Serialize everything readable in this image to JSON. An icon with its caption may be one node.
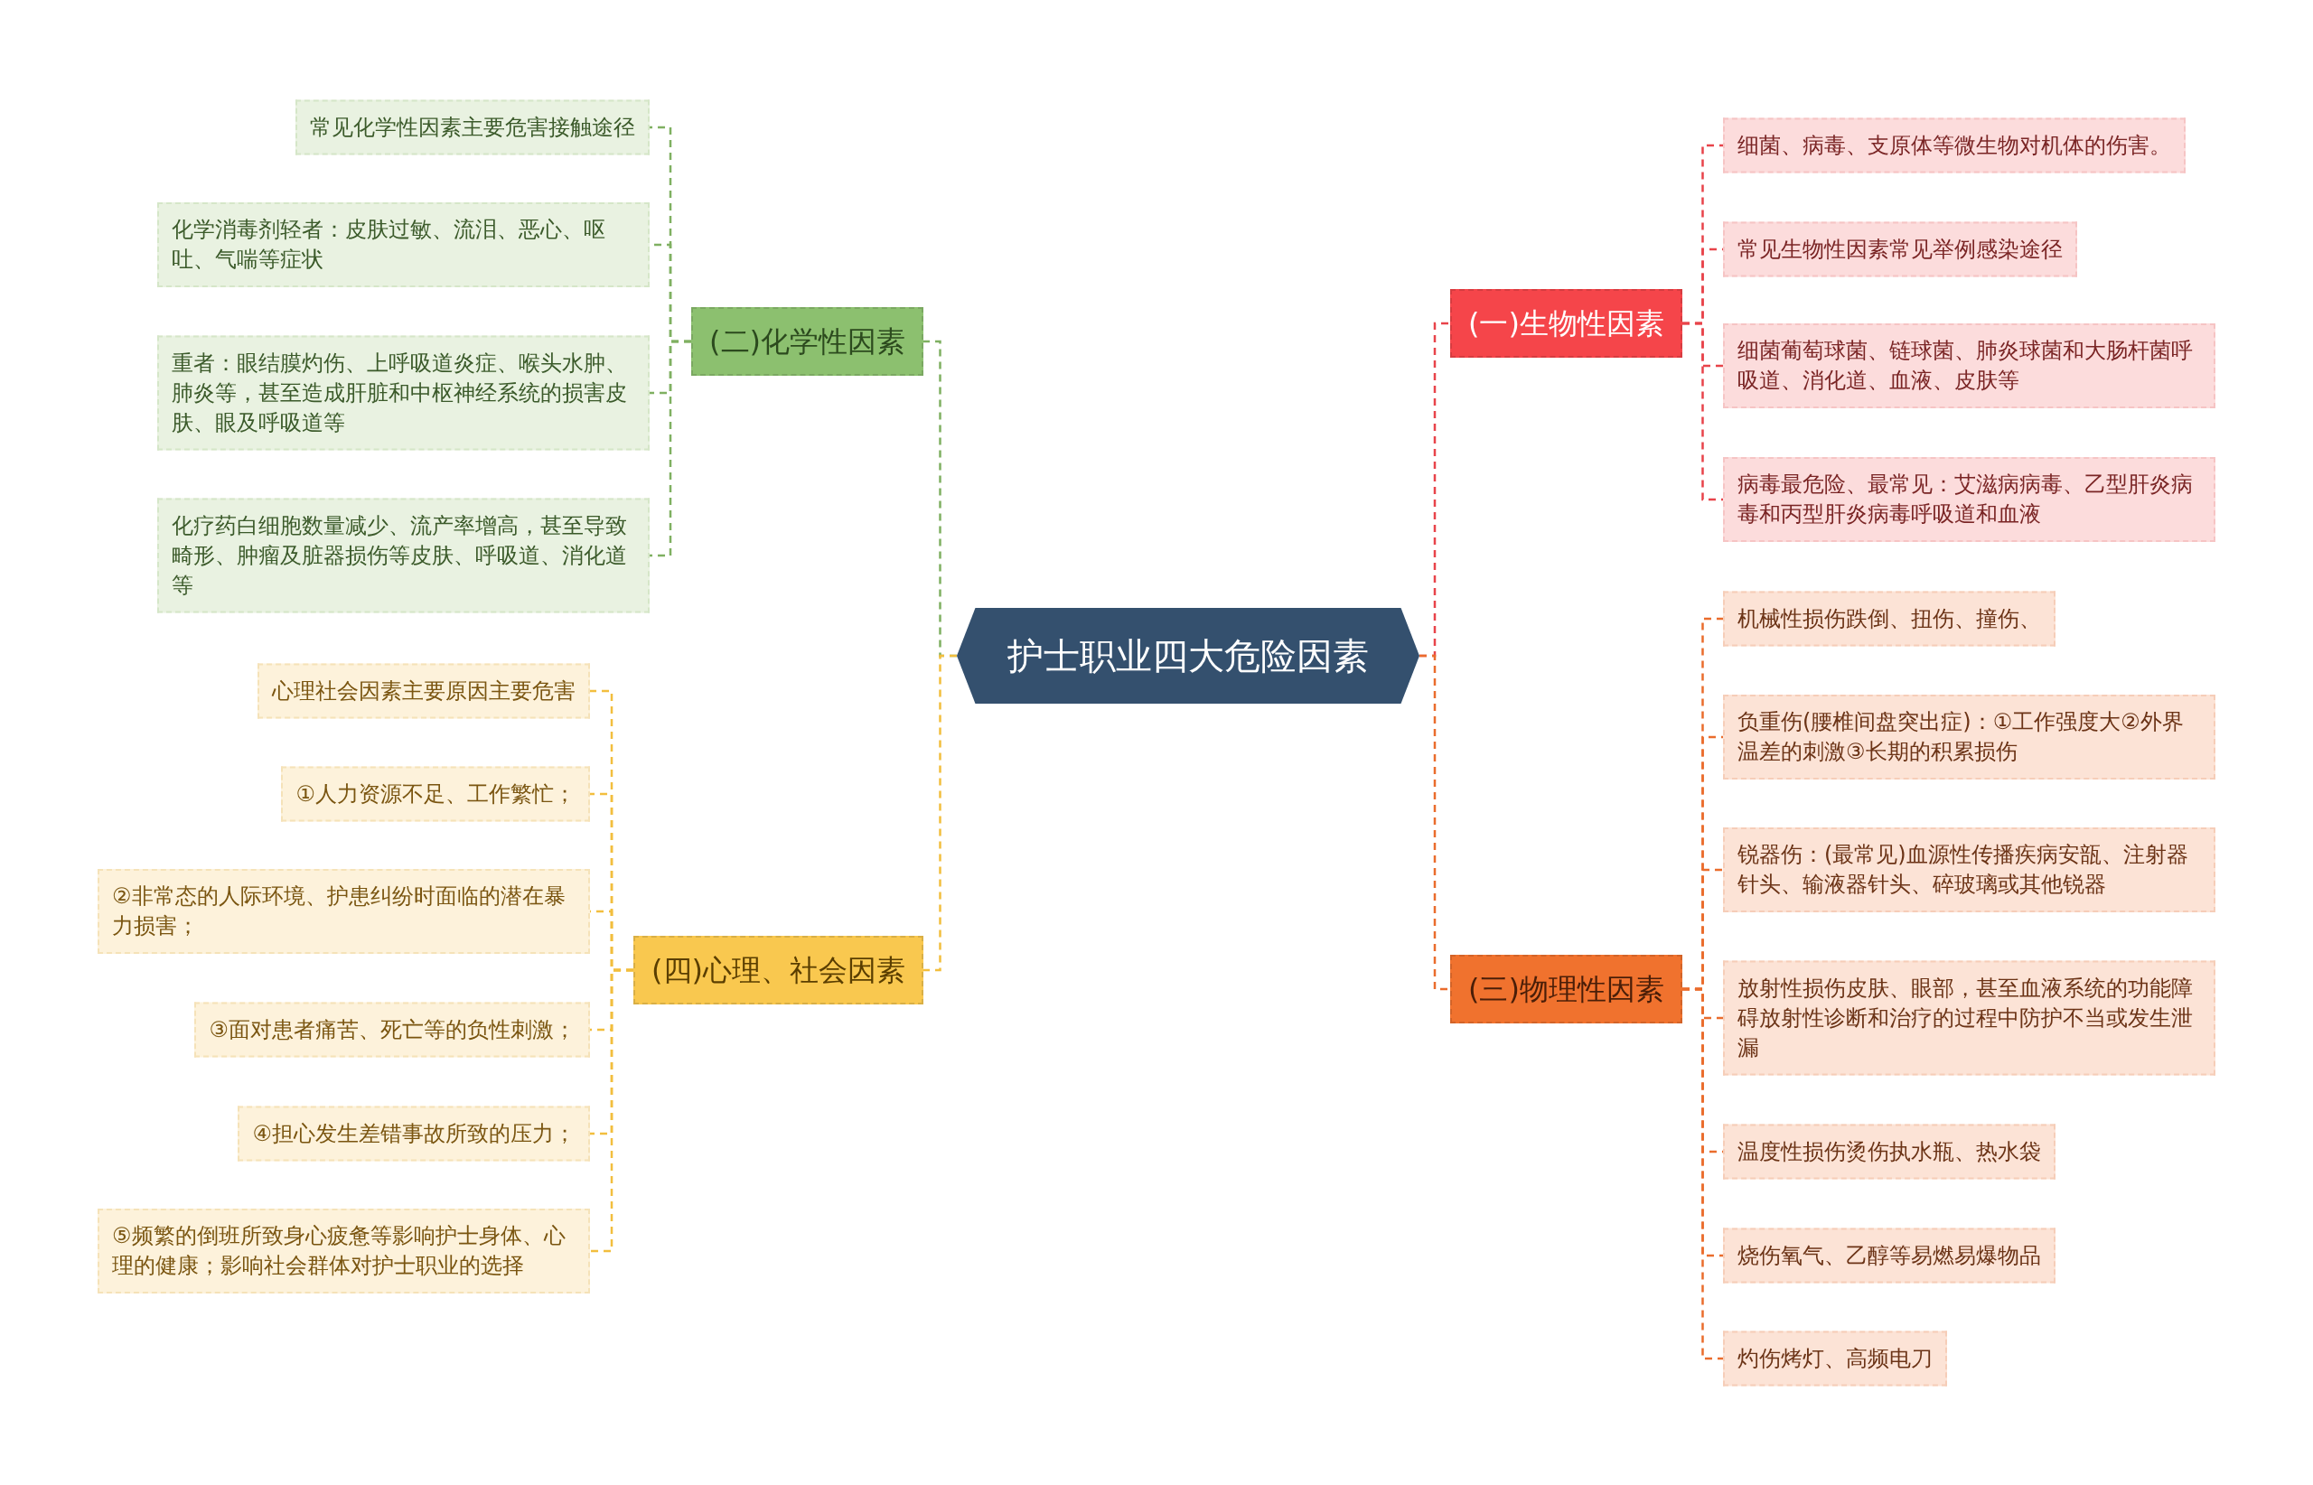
{
  "diagram": {
    "nodes": [
      {
        "text": [
          "护士职业四大危险因素"
        ]
      },
      {
        "text": [
          "(一)生物性因素"
        ]
      },
      {
        "text": [
          "细菌、病毒、支原体等微生物对机体的伤害。"
        ]
      },
      {
        "text": [
          "常见生物性因素常见举例感染途径"
        ]
      },
      {
        "text": [
          "细菌葡萄球菌、链球菌、肺炎球菌和大肠杆菌呼吸道、消化道、血液、皮肤等"
        ]
      },
      {
        "text": [
          "病毒最危险、最常见：艾滋病病毒、乙型肝炎病毒和丙型肝炎病毒呼吸道和血液"
        ]
      },
      {
        "text": [
          "(二)化学性因素"
        ]
      },
      {
        "text": [
          "常见化学性因素主要危害接触途径"
        ]
      },
      {
        "text": [
          "化学消毒剂轻者：皮肤过敏、流泪、恶心、呕吐、气喘等症状"
        ]
      },
      {
        "text": [
          "重者：眼结膜灼伤、上呼吸道炎症、喉头水肿、肺炎等，甚至造成肝脏和中枢神经系统的损害皮肤、眼及呼吸道等"
        ]
      },
      {
        "text": [
          "化疗药白细胞数量减少、流产率增高，甚至导致畸形、肿瘤及脏器损伤等皮肤、呼吸道、消化道等"
        ]
      },
      {
        "text": [
          "(三)物理性因素"
        ]
      },
      {
        "text": [
          "机械性损伤跌倒、扭伤、撞伤、"
        ]
      },
      {
        "text": [
          "负重伤(腰椎间盘突出症)：①工作强度大②外界温差的刺激③长期的积累损伤"
        ]
      },
      {
        "text": [
          "锐器伤：(最常见)血源性传播疾病安瓿、注射器针头、输液器针头、碎玻璃或其他锐器"
        ]
      },
      {
        "text": [
          "放射性损伤皮肤、眼部，甚至血液系统的功能障碍放射性诊断和治疗的过程中防护不当或发生泄漏"
        ]
      },
      {
        "text": [
          "温度性损伤烫伤执水瓶、热水袋"
        ]
      },
      {
        "text": [
          "烧伤氧气、乙醇等易燃易爆物品"
        ]
      },
      {
        "text": [
          "灼伤烤灯、高频电刀"
        ]
      },
      {
        "text": [
          "(四)心理、社会因素"
        ]
      },
      {
        "text": [
          "心理社会因素主要原因主要危害"
        ]
      },
      {
        "text": [
          "①人力资源不足、工作繁忙；"
        ]
      },
      {
        "text": [
          "②非常态的人际环境、护患纠纷时面临的潜在暴力损害；"
        ]
      },
      {
        "text": [
          "③面对患者痛苦、死亡等的负性刺激；"
        ]
      },
      {
        "text": [
          "④担心发生差错事故所致的压力；"
        ]
      },
      {
        "text": [
          "⑤频繁的倒班所致身心疲惫等影响护士身体、心理的健康；影响社会群体对护士职业的选择"
        ]
      }
    ],
    "edges": [
      {
        "from": 0,
        "to": 1,
        "arrow": "none",
        "style": "dashed",
        "color": "#e8434a"
      },
      {
        "from": 1,
        "to": 2,
        "arrow": "none",
        "style": "dashed",
        "color": "#e8434a"
      },
      {
        "from": 1,
        "to": 3,
        "arrow": "none",
        "style": "dashed",
        "color": "#e8434a"
      },
      {
        "from": 1,
        "to": 4,
        "arrow": "none",
        "style": "dashed",
        "color": "#e8434a"
      },
      {
        "from": 1,
        "to": 5,
        "arrow": "none",
        "style": "dashed",
        "color": "#e8434a"
      },
      {
        "from": 0,
        "to": 6,
        "arrow": "none",
        "style": "dashed",
        "color": "#7fb061"
      },
      {
        "from": 6,
        "to": 7,
        "arrow": "none",
        "style": "dashed",
        "color": "#7fb061"
      },
      {
        "from": 6,
        "to": 8,
        "arrow": "none",
        "style": "dashed",
        "color": "#7fb061"
      },
      {
        "from": 6,
        "to": 9,
        "arrow": "none",
        "style": "dashed",
        "color": "#7fb061"
      },
      {
        "from": 6,
        "to": 10,
        "arrow": "none",
        "style": "dashed",
        "color": "#7fb061"
      },
      {
        "from": 0,
        "to": 11,
        "arrow": "none",
        "style": "dashed",
        "color": "#ea6c2c"
      },
      {
        "from": 11,
        "to": 12,
        "arrow": "none",
        "style": "dashed",
        "color": "#ea6c2c"
      },
      {
        "from": 11,
        "to": 13,
        "arrow": "none",
        "style": "dashed",
        "color": "#ea6c2c"
      },
      {
        "from": 11,
        "to": 14,
        "arrow": "none",
        "style": "dashed",
        "color": "#ea6c2c"
      },
      {
        "from": 11,
        "to": 15,
        "arrow": "none",
        "style": "dashed",
        "color": "#ea6c2c"
      },
      {
        "from": 11,
        "to": 16,
        "arrow": "none",
        "style": "dashed",
        "color": "#ea6c2c"
      },
      {
        "from": 11,
        "to": 17,
        "arrow": "none",
        "style": "dashed",
        "color": "#ea6c2c"
      },
      {
        "from": 11,
        "to": 18,
        "arrow": "none",
        "style": "dashed",
        "color": "#ea6c2c"
      },
      {
        "from": 0,
        "to": 19,
        "arrow": "none",
        "style": "dashed",
        "color": "#f2be3e"
      },
      {
        "from": 19,
        "to": 20,
        "arrow": "none",
        "style": "dashed",
        "color": "#f2be3e"
      },
      {
        "from": 19,
        "to": 21,
        "arrow": "none",
        "style": "dashed",
        "color": "#f2be3e"
      },
      {
        "from": 19,
        "to": 22,
        "arrow": "none",
        "style": "dashed",
        "color": "#f2be3e"
      },
      {
        "from": 19,
        "to": 23,
        "arrow": "none",
        "style": "dashed",
        "color": "#f2be3e"
      },
      {
        "from": 19,
        "to": 24,
        "arrow": "none",
        "style": "dashed",
        "color": "#f2be3e"
      },
      {
        "from": 19,
        "to": 25,
        "arrow": "none",
        "style": "dashed",
        "color": "#f2be3e"
      }
    ]
  }
}
